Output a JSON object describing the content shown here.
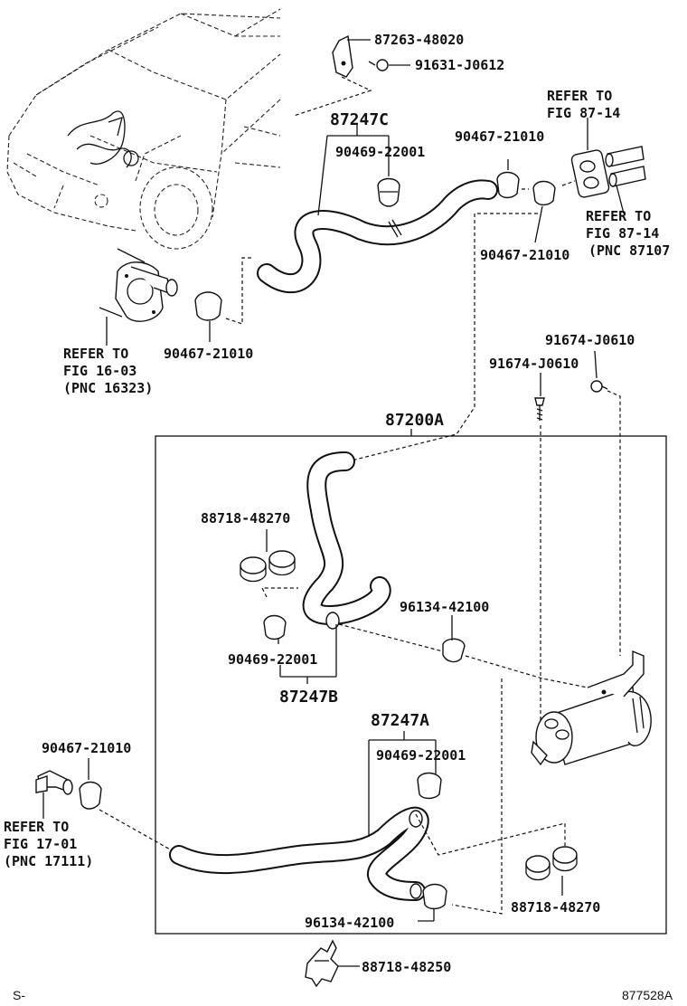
{
  "labels": {
    "p87263": "87263-48020",
    "p91631": "91631-J0612",
    "p87247C": "87247C",
    "p90469_c": "90469-22001",
    "p90467_top": "90467-21010",
    "refer_fig8714_a_1": "REFER TO",
    "refer_fig8714_a_2": "FIG 87-14",
    "refer_fig8714_b_1": "REFER TO",
    "refer_fig8714_b_2": "FIG 87-14",
    "refer_fig8714_b_3": "(PNC 87107",
    "p90467_mid": "90467-21010",
    "refer_fig1603_1": "REFER TO",
    "refer_fig1603_2": "FIG 16-03",
    "refer_fig1603_3": "(PNC 16323)",
    "p90467_left": "90467-21010",
    "p91674_a": "91674-J0610",
    "p91674_b": "91674-J0610",
    "p87200A": "87200A",
    "p88718_a": "88718-48270",
    "p96134_a": "96134-42100",
    "p90469_b": "90469-22001",
    "p87247B": "87247B",
    "p87247A": "87247A",
    "p90467_bl": "90467-21010",
    "p90469_a": "90469-22001",
    "refer_fig1701_1": "REFER TO",
    "refer_fig1701_2": "FIG 17-01",
    "refer_fig1701_3": "(PNC 17111)",
    "p88718_b": "88718-48270",
    "p96134_b": "96134-42100",
    "p88718_c": "88718-48250",
    "corner_left": "S-",
    "corner_right": "877528A"
  }
}
